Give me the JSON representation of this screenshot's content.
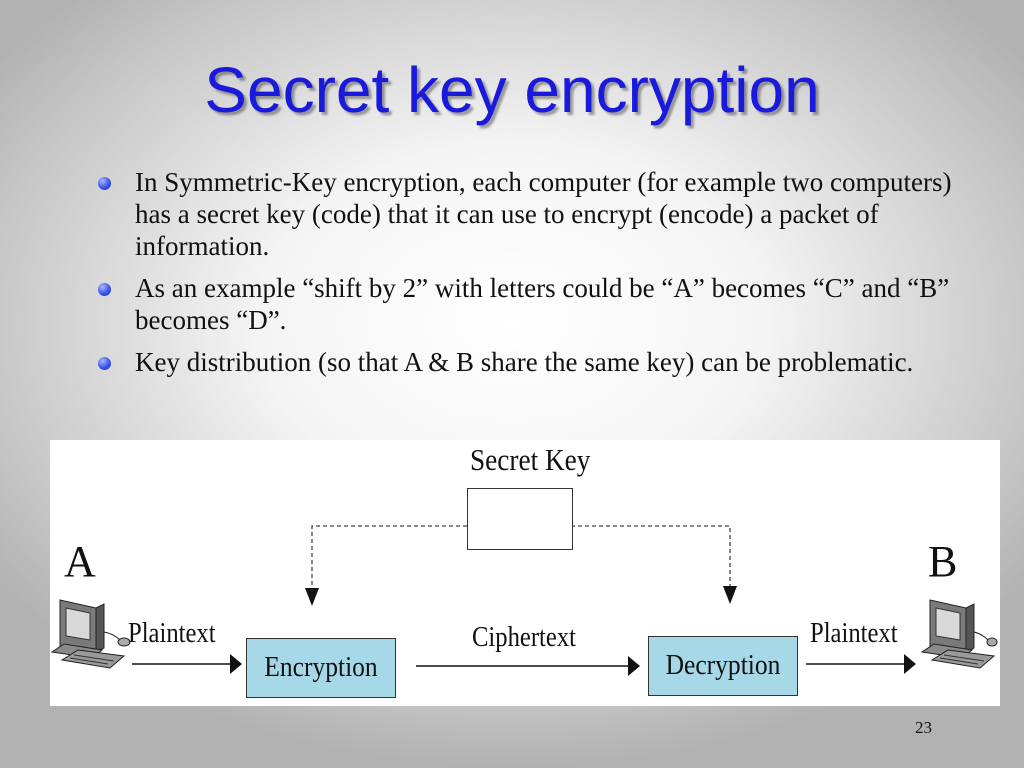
{
  "slide": {
    "title": "Secret key encryption",
    "bullets": [
      "In Symmetric-Key encryption, each computer (for example two computers) has a secret key (code) that it can use to encrypt (encode) a packet of information.",
      "As an example “shift by 2” with letters could be “A” becomes “C” and “B” becomes “D”.",
      "Key distribution (so that A & B share the same key) can be problematic."
    ],
    "page_number": "23"
  },
  "diagram": {
    "secret_key_label": "Secret Key",
    "party_a": "A",
    "party_b": "B",
    "plaintext_left": "Plaintext",
    "encryption_label": "Encryption",
    "ciphertext_label": "Ciphertext",
    "decryption_label": "Decryption",
    "plaintext_right": "Plaintext",
    "icons": [
      "key-icon",
      "computer-icon"
    ]
  },
  "colors": {
    "title": "#1a1adc",
    "bullet": "#3a55e8",
    "box_fill": "#a6d8e8"
  }
}
